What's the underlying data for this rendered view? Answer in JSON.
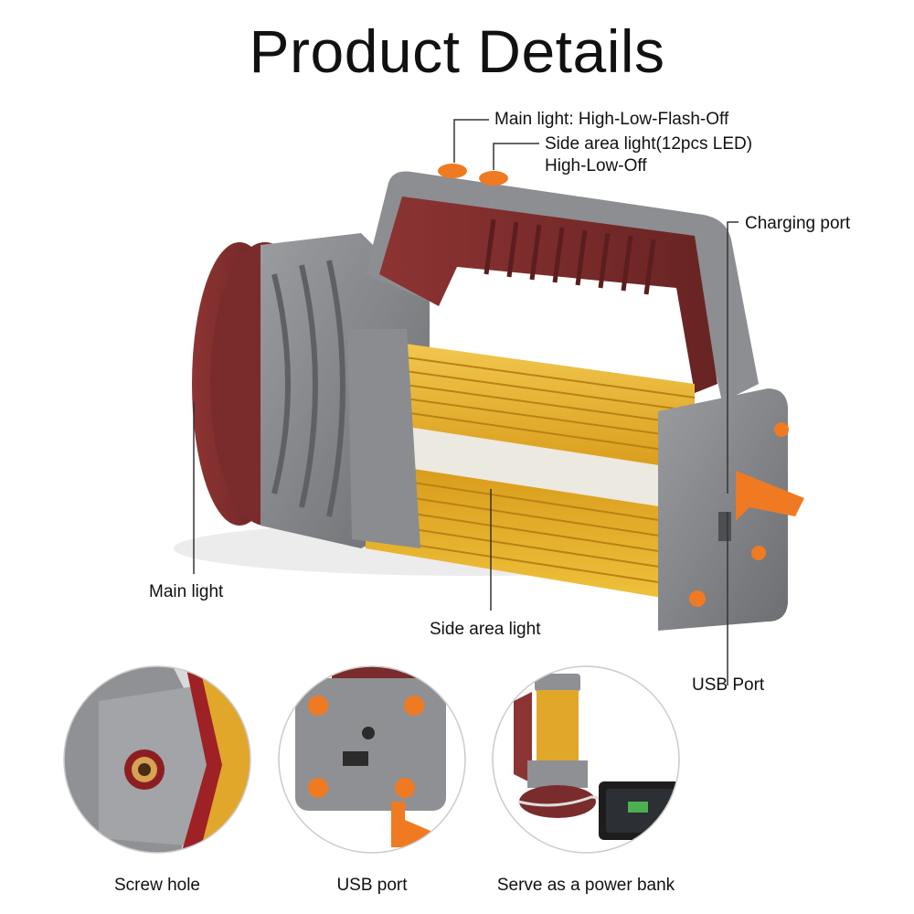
{
  "title": "Product Details",
  "callouts": {
    "main_light_mode": "Main light: High-Low-Flash-Off",
    "side_light_line1": "Side area light(12pcs LED)",
    "side_light_line2": "High-Low-Off",
    "charging_port": "Charging port",
    "main_light": "Main light",
    "side_area_light": "Side area light",
    "usb_port": "USB Port"
  },
  "details": [
    {
      "caption": "Screw hole",
      "icon": "screw-hole-closeup"
    },
    {
      "caption": "USB port",
      "icon": "usb-port-closeup"
    },
    {
      "caption": "Serve as a power bank",
      "icon": "power-bank-closeup"
    }
  ],
  "colors": {
    "body_gray": "#7d7f83",
    "maroon": "#7a2b2b",
    "gold": "#e2aa22",
    "orange": "#f07a22"
  }
}
